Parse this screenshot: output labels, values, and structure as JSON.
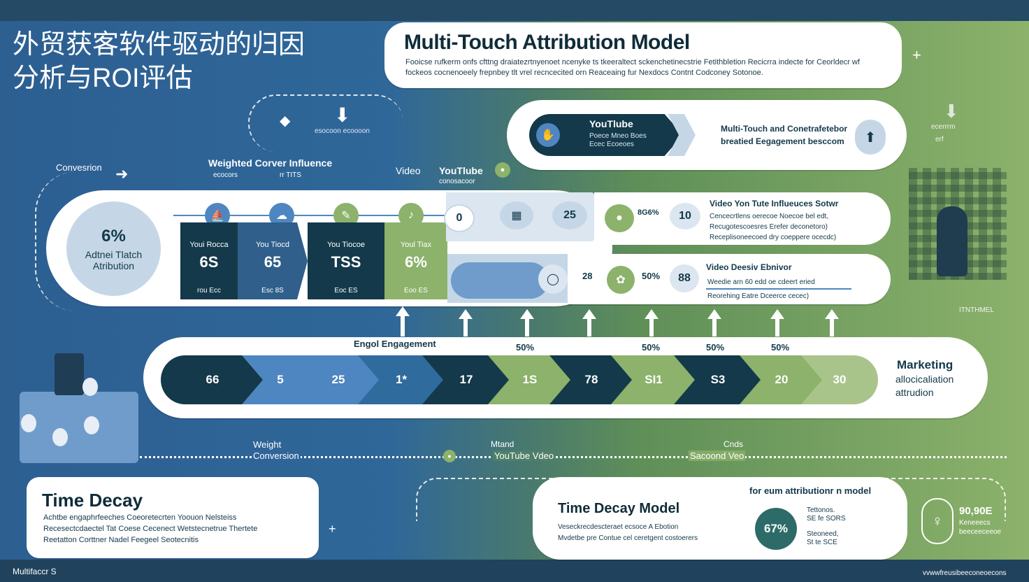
{
  "header": {
    "title_cn": "外贸获客软件驱动的归因分析与ROI评估",
    "main_title": "Multi-Touch Attribution Model",
    "subtitle": "Fooicse rufkerm onfs cfttng draiatezrtnyenoet ncenyke ts tkeeraltect sckenchetinecstrie Fetithbletion Recicrra indecte for Ceorldecr wf fockeos cocnenoeely frepnbey tlt vrel recncecited orn Reaceaing fur Nexdocs Contnt Codconey Sotonoe."
  },
  "side_labels": {
    "conversion": "Convesrion",
    "weighted_influence": "Weighted Corver Influence",
    "weighted_sub_left": "ecocors",
    "weighted_sub_right": "rr TITS",
    "video": "Video",
    "youtube": "YouTlube",
    "youtube_sub": "conosacoor",
    "small_caption": "esocoon ecoooon",
    "right_stub": "ecerrrm",
    "right_stub_2": "erf",
    "right_stub_3": "ITNTHMEL"
  },
  "youtube_card": {
    "label": "YouTlube",
    "sub1": "Poece Mneo Boes",
    "sub2": "Ecec Ecoeoes",
    "desc1": "Multi-Touch and Conetrafetebor",
    "desc2": "breatied Eegagement besccom"
  },
  "left_circle": {
    "value": "6%",
    "line1": "Adtnei Tlatch",
    "line2": "Atribution"
  },
  "timeline_nodes": [
    "0",
    "25",
    "10"
  ],
  "timeline_annot": "8G6%",
  "tiles": [
    {
      "title": "Youi Rocca",
      "value": "6S",
      "foot": "rou Ecc"
    },
    {
      "title": "You Tiocd",
      "value": "65",
      "foot": "Esc 8S"
    },
    {
      "title": "You Tiocoe",
      "value": "TSS",
      "foot": "Eoc ES"
    },
    {
      "title": "Youl Tiax",
      "value": "6%",
      "foot": "Eoo ES"
    }
  ],
  "video_card": {
    "title": "Video Yon Tute Influeuces Sotwr",
    "line1": "Cencecrtlens oerecoe Noecoe bel edt,",
    "line2": "Recugotescoesres Erefer deconetoro)",
    "line3": "Receplisoneecoed dry coeppere ocecdc)"
  },
  "decay_card": {
    "title": "Video Deesiv Ebnivor",
    "line1": "Weedie arn 60 edd oe cdeert eried",
    "line2": "Reorehing Eatre Dceerce cecec)",
    "v1": "28",
    "v2": "50%",
    "v3": "88"
  },
  "engagement": {
    "label": "Engol Engagement",
    "pcts": [
      "50%",
      "50%",
      "50%",
      "50%"
    ],
    "chevrons": [
      "66",
      "5",
      "25",
      "1*",
      "17",
      "1S",
      "78",
      "SI1",
      "S3",
      "20",
      "30"
    ]
  },
  "marketing": {
    "title": "Marketing",
    "line1": "allocicaliation",
    "line2": "attrudion"
  },
  "dotted_labels": {
    "left1": "Weight",
    "left2": "Conversion",
    "mid1": "Mtand",
    "mid2": "YouTube Vdeo",
    "right1": "Cnds",
    "right2": "Sacoond Veo"
  },
  "time_decay": {
    "title": "Time Decay",
    "line1": "Achtbe engaphrfeeches Coeoretecrten Yoouon Nelsteiss",
    "line2": "Recesectcdaectel Tat Coese Cecenect Wetstecnetrue Thertete",
    "line3": "Reetatton Corttner Nadel Feegeel Seotecnitis"
  },
  "model_card": {
    "title": "Time Decay Model",
    "line1": "Veseckrecdescteraet ecsoce A Ebotion",
    "line2": "Mvdetbe pre Contue cel ceretgent costoerers",
    "right_title": "for eum attributionr n model",
    "value": "67%",
    "item1a": "Tettonos.",
    "item1b": "SE fe SORS",
    "item2a": "Steoneed,",
    "item2b": "St te SCE"
  },
  "far_right": {
    "line1": "90,90E",
    "line2": "Keneeecs",
    "line3": "beeceeceeoe"
  },
  "footer": {
    "left": "Multifaccr S",
    "right": "vvwwfreusibeeconeoecons"
  },
  "colors": {
    "navy": "#13394a",
    "blue": "#4e86c1",
    "green": "#8cb26b",
    "light_blue": "#c5d7e7"
  }
}
